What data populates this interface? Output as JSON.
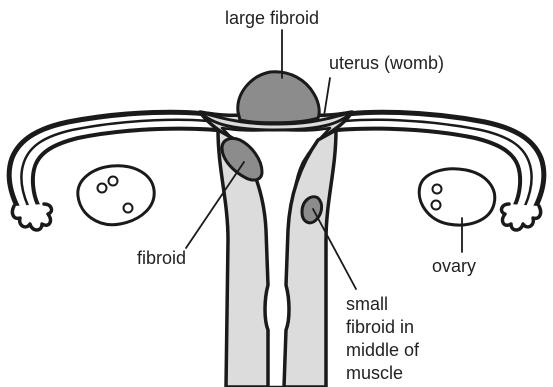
{
  "labels": {
    "large_fibroid": "large fibroid",
    "uterus": "uterus (womb)",
    "fibroid": "fibroid",
    "ovary": "ovary",
    "small_fibroid": [
      "small",
      "fibroid in",
      "middle of",
      "muscle"
    ]
  },
  "colors": {
    "outline": "#1a1a1a",
    "tissue_fill": "#dcdcdc",
    "fibroid_fill": "#8c8c8c",
    "background": "#ffffff"
  }
}
